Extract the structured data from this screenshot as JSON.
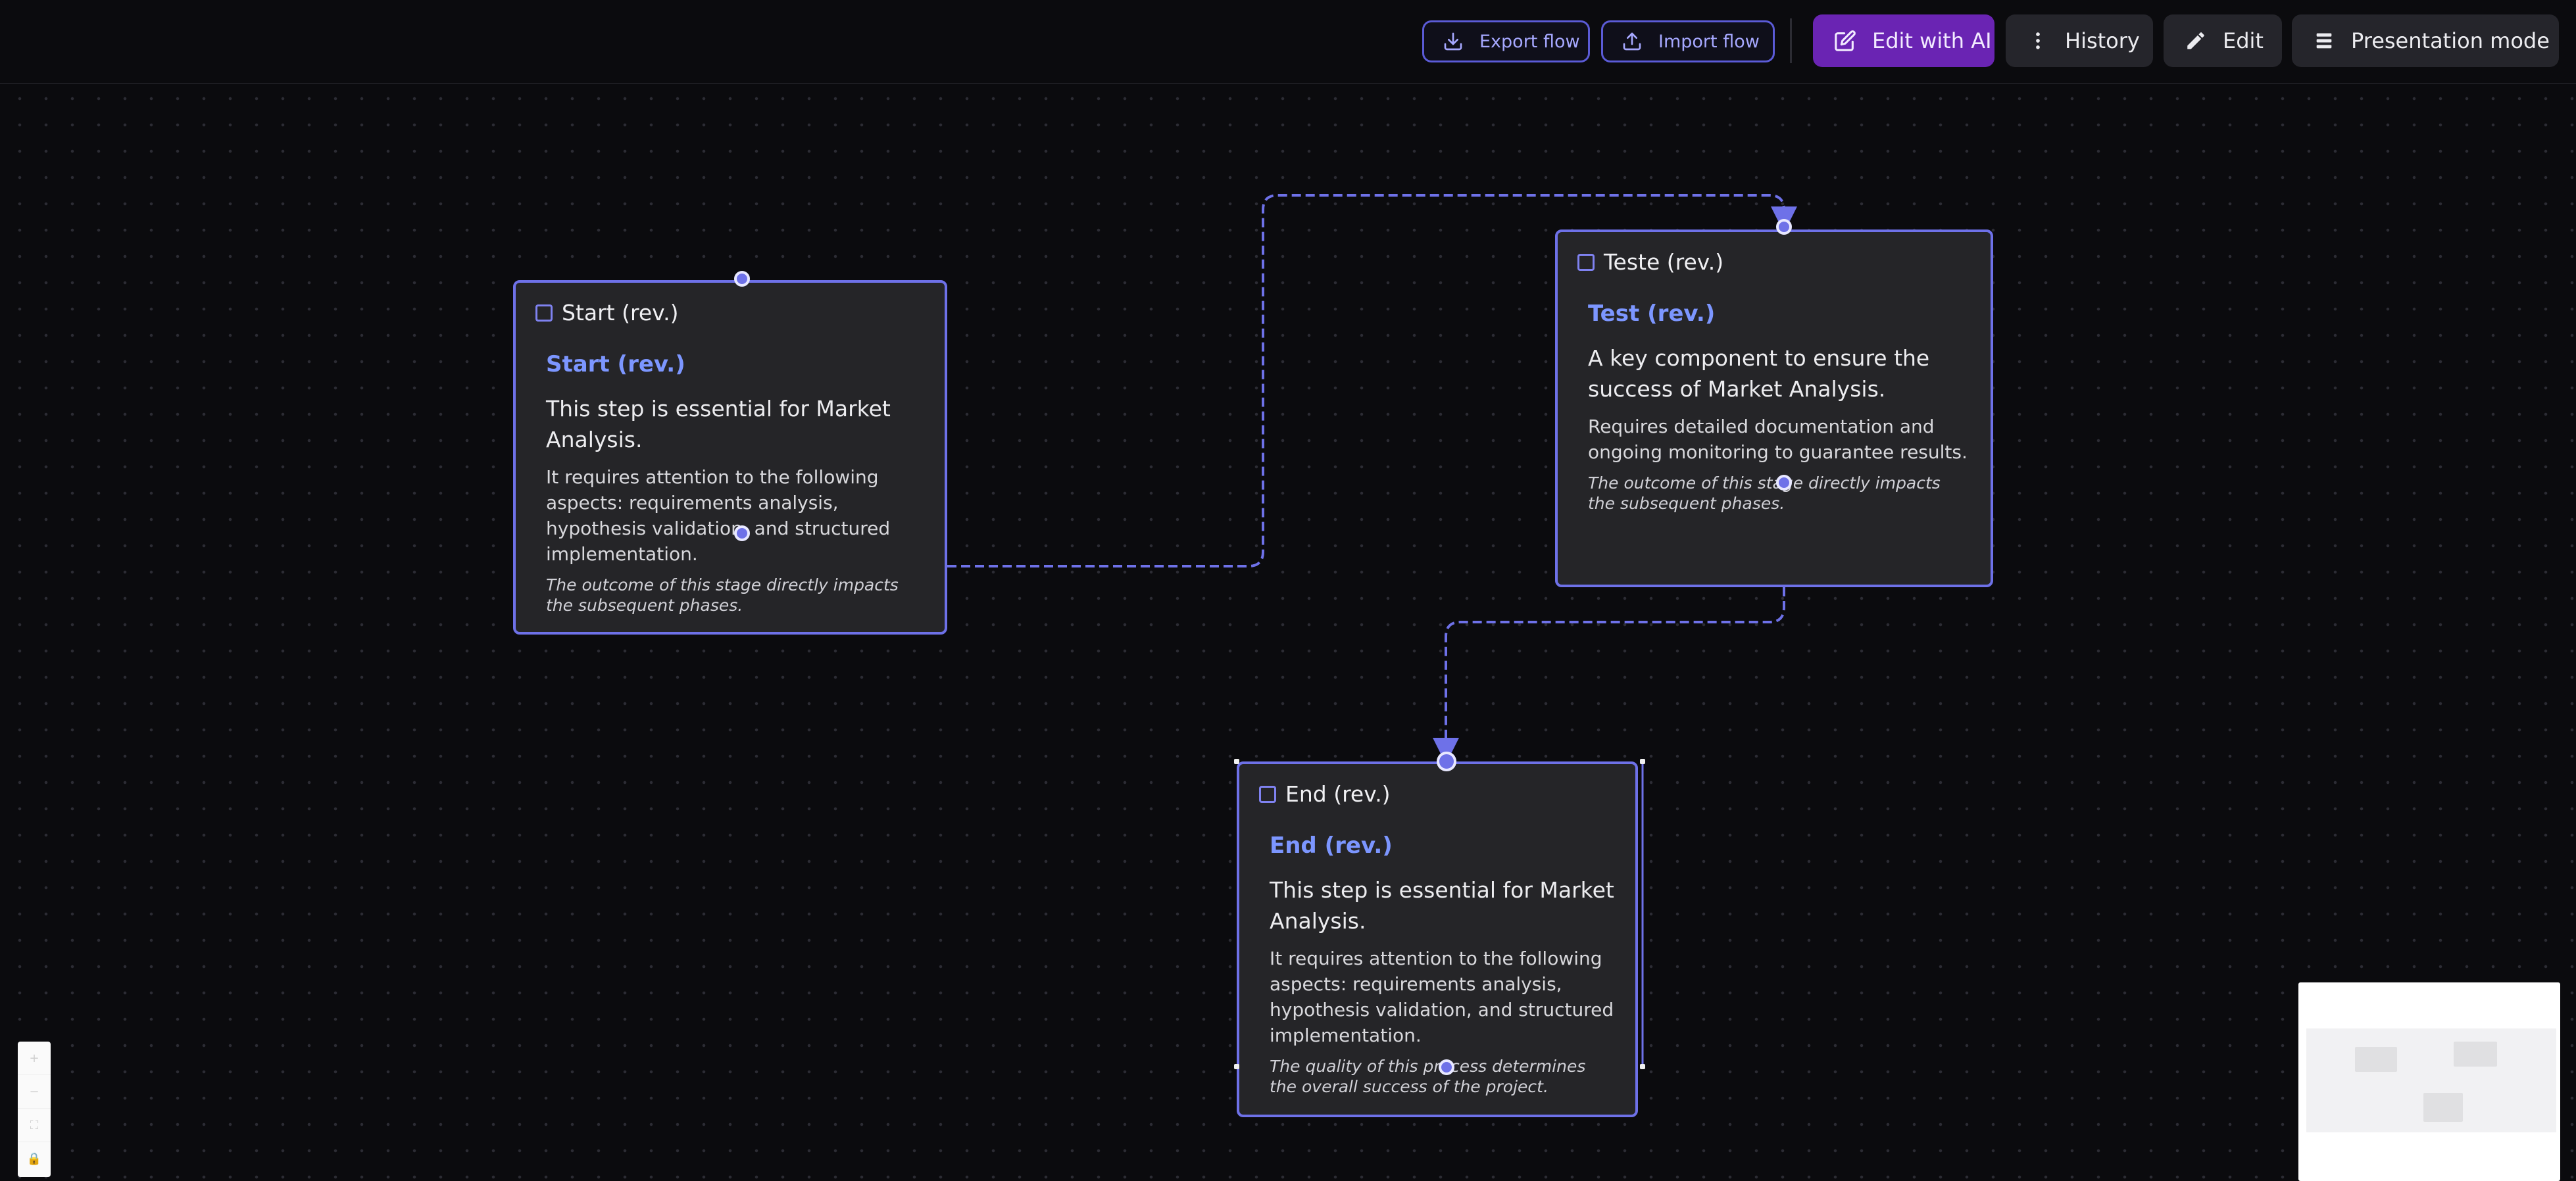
{
  "toolbar": {
    "export_label": "Export flow",
    "import_label": "Import flow",
    "edit_ai_label": "Edit with AI",
    "history_label": "History",
    "edit_label": "Edit",
    "presentation_label": "Presentation mode"
  },
  "nodes": {
    "start": {
      "header": "Start (rev.)",
      "subtitle": "Start (rev.)",
      "lead": "This step is essential for Market Analysis.",
      "description": "It requires attention to the following aspects: requirements analysis, hypothesis validation, and structured implementation.",
      "note": "The outcome of this stage directly impacts the subsequent phases."
    },
    "test": {
      "header": "Teste (rev.)",
      "subtitle": "Test (rev.)",
      "lead": "A key component to ensure the success of Market Analysis.",
      "description": "Requires detailed documentation and ongoing monitoring to guarantee results.",
      "note": "The outcome of this stage directly impacts the subsequent phases."
    },
    "end": {
      "header": "End (rev.)",
      "subtitle": "End (rev.)",
      "lead": "This step is essential for Market Analysis.",
      "description": "It requires attention to the following aspects: requirements analysis, hypothesis validation, and structured implementation.",
      "note": "The quality of this process determines the overall success of the project."
    }
  },
  "colors": {
    "background": "#0b0b0e",
    "node_fill": "#252528",
    "node_border": "#6e71e8",
    "edge": "#6e71e8",
    "subtitle": "#7c96ff",
    "ai_button": "#6a24b3"
  },
  "icons": {
    "export": "download-icon",
    "import": "upload-icon",
    "edit_ai": "edit-square-icon",
    "history": "more-vertical-icon",
    "edit": "pencil-icon",
    "presentation": "menu-icon"
  }
}
